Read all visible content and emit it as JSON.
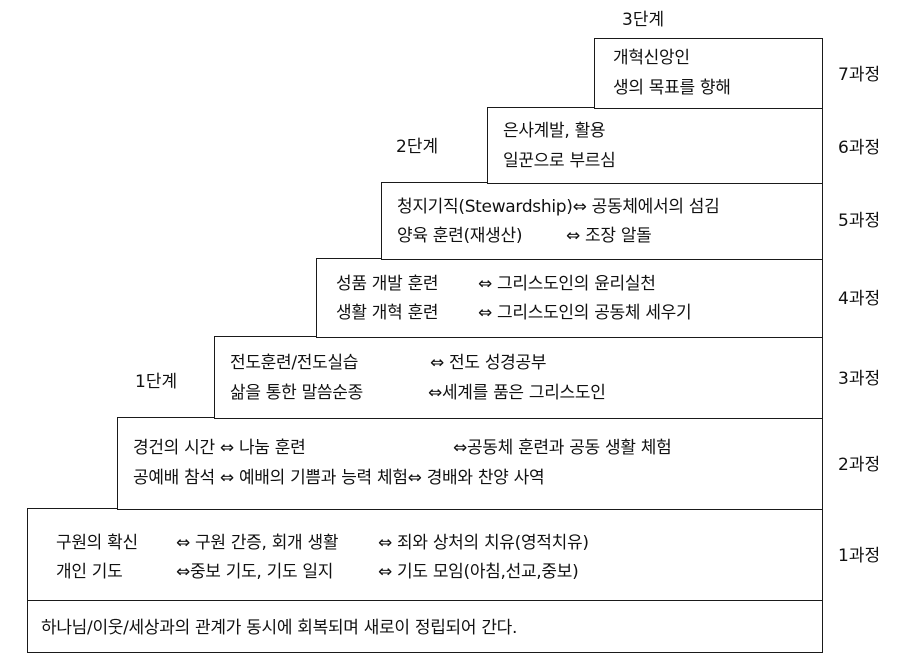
{
  "stages": [
    {
      "label": "1단계"
    },
    {
      "label": "2단계"
    },
    {
      "label": "3단계"
    }
  ],
  "courses": [
    {
      "label": "1과정",
      "lines": [
        [
          "구원의 확신",
          "⇔ 구원 간증, 회개 생활",
          "⇔ 죄와 상처의 치유(영적치유)"
        ],
        [
          "개인 기도",
          "⇔중보 기도, 기도 일지",
          "⇔ 기도 모임(아침,선교,중보)"
        ]
      ]
    },
    {
      "label": "2과정",
      "lines": [
        [
          "경건의 시간 ⇔ 나눔 훈련",
          "⇔공동체 훈련과 공동 생활 체험"
        ],
        [
          "공예배 참석 ⇔ 예배의 기쁨과 능력 체험⇔ 경배와 찬양 사역"
        ]
      ]
    },
    {
      "label": "3과정",
      "lines": [
        [
          "전도훈련/전도실습",
          "⇔ 전도 성경공부"
        ],
        [
          "삶을 통한 말씀순종",
          "⇔세계를 품은 그리스도인"
        ]
      ]
    },
    {
      "label": "4과정",
      "lines": [
        [
          "성품 개발 훈련",
          "⇔ 그리스도인의 윤리실천"
        ],
        [
          "생활 개혁 훈련",
          "⇔ 그리스도인의 공동체 세우기"
        ]
      ]
    },
    {
      "label": "5과정",
      "lines": [
        [
          "청지기직(Stewardship)⇔ 공동체에서의 섬김"
        ],
        [
          "양육 훈련(재생산)",
          "⇔ 조장 알돌"
        ]
      ]
    },
    {
      "label": "6과정",
      "lines": [
        [
          "은사계발, 활용"
        ],
        [
          "일꾼으로 부르심"
        ]
      ]
    },
    {
      "label": "7과정",
      "lines": [
        [
          "개혁신앙인"
        ],
        [
          "생의 목표를 향해"
        ]
      ]
    }
  ],
  "footer": "하나님/이웃/세상과의 관계가 동시에 회복되며 새로이 정립되어 간다."
}
